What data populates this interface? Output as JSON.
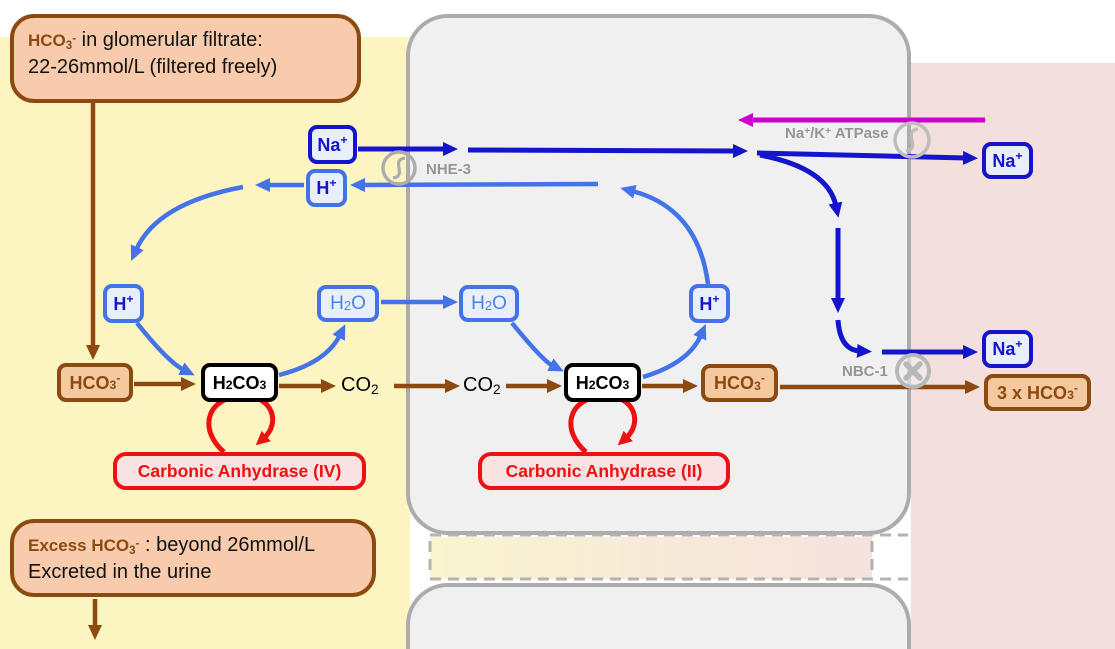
{
  "colors": {
    "lumen_bg": "#FCF5C2",
    "blood_bg": "#F3DFDC",
    "cell_bg": "#F0F0F0",
    "cell_border": "#ACACAC",
    "dark_blue": "#1414CC",
    "medium_blue": "#4472E8",
    "brown": "#8C4A10",
    "peach_fill": "#F5C9A0",
    "info_box_fill": "#F8CBAD",
    "red": "#EE1111",
    "ca_box_fill": "#F8E2E2",
    "magenta": "#CC00CC",
    "gray_label": "#959595"
  },
  "info_top": {
    "chem": "HCO",
    "chem_sub": "3",
    "chem_sup": "-",
    "rest": " in glomerular filtrate:",
    "line2": "22-26mmol/L (filtered freely)"
  },
  "info_bottom": {
    "chem": "Excess HCO",
    "chem_sub": "3",
    "chem_sup": "-",
    "rest": " : beyond 26mmol/L",
    "line2": "Excreted in the urine"
  },
  "chem": {
    "na": {
      "p1": "Na",
      "sup": "+"
    },
    "h": {
      "p1": "H",
      "sup": "+"
    },
    "h2o": {
      "p1": "H",
      "s1": "2",
      "p2": "O"
    },
    "co2": {
      "p1": "CO",
      "s1": "2"
    },
    "h2co3": {
      "p1": "H",
      "s1": "2",
      "p2": "CO",
      "s2": "3"
    },
    "hco3": {
      "p1": "HCO",
      "s1": "3",
      "sup": "-"
    },
    "hco3x3": {
      "p1": "3 x HCO",
      "s1": "3",
      "sup": "-"
    }
  },
  "enzymes": {
    "ca4": "Carbonic Anhydrase (IV)",
    "ca2": "Carbonic Anhydrase (II)"
  },
  "transporters": {
    "nhe3": "NHE-3",
    "nbc1": "NBC-1",
    "atpase": {
      "p1": "Na",
      "sup1": "+",
      "p2": "/K",
      "sup2": "+",
      "p3": " ATPase"
    }
  }
}
